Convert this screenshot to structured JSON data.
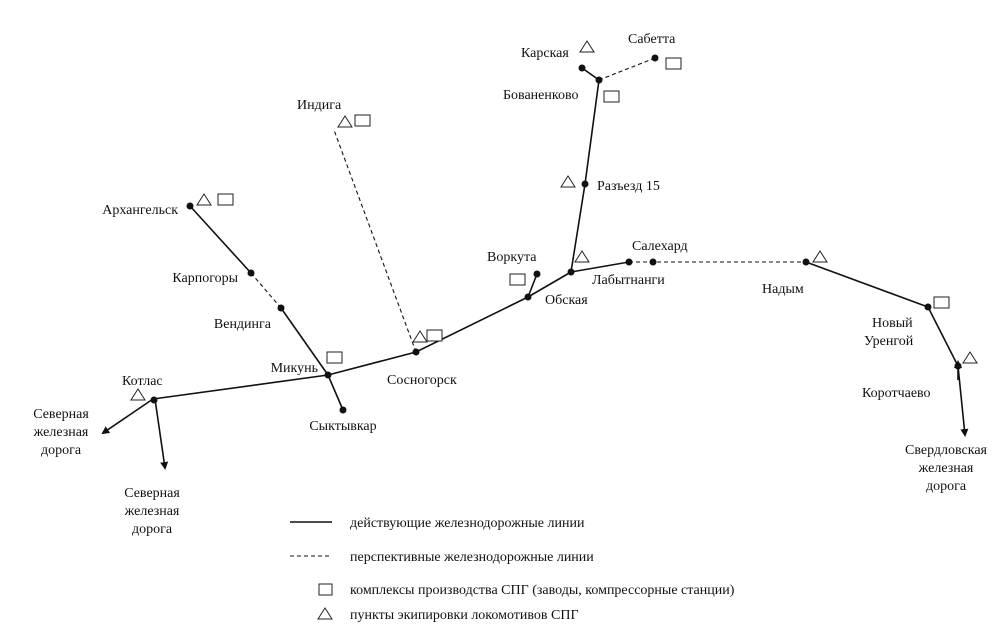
{
  "stations": {
    "kotlas": "Котлас",
    "arkhangelsk": "Архангельск",
    "karpogory": "Карпогоры",
    "vendinga": "Вендинга",
    "mikun": "Микунь",
    "syktyvkar": "Сыктывкар",
    "sosnogorsk": "Сосногорск",
    "indiga": "Индига",
    "vorkuta": "Воркута",
    "obskaya": "Обская",
    "labytnangi": "Лабытнанги",
    "salekhard": "Салехард",
    "razezd15": "Разъезд 15",
    "bovanenkovo": "Бованенково",
    "karskaya": "Карская",
    "sabetta": "Сабетта",
    "nadym": "Надым",
    "novy_urengoy_1": "Новый",
    "novy_urengoy_2": "Уренгой",
    "korotchaevo": "Коротчаево"
  },
  "directions": {
    "north_west": [
      "Северная",
      "железная",
      "дорога"
    ],
    "north_south": [
      "Северная",
      "железная",
      "дорога"
    ],
    "sverdlovsk": [
      "Свердловская",
      "железная",
      "дорога"
    ]
  },
  "legend": {
    "operating": "действующие железнодорожные линии",
    "planned": "перспективные железнодорожные линии",
    "lng_plants": "комплексы производства СПГ (заводы, компрессорные станции)",
    "lng_fueling": "пункты экипировки локомотивов СПГ"
  },
  "symbols": {
    "lng_plant_icon": "square-icon",
    "lng_fueling_icon": "triangle-icon"
  }
}
